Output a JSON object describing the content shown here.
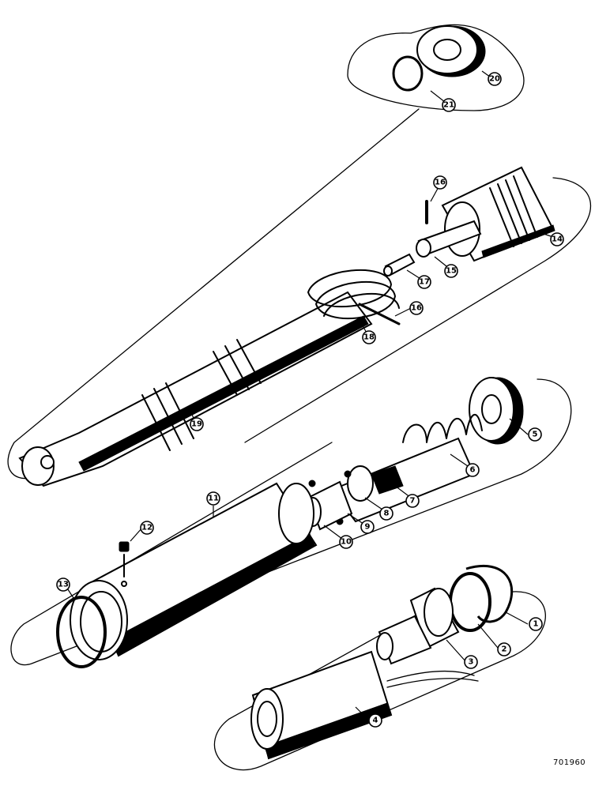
{
  "figure_number": "701960",
  "callouts": {
    "c1": "1",
    "c2": "2",
    "c3": "3",
    "c4": "4",
    "c5": "5",
    "c6": "6",
    "c7": "7",
    "c8": "8",
    "c9": "9",
    "c10": "10",
    "c11": "11",
    "c12": "12",
    "c13": "13",
    "c14": "14",
    "c15": "15",
    "c16a": "16",
    "c16b": "16",
    "c17": "17",
    "c18": "18",
    "c19": "19",
    "c20": "20",
    "c21": "21"
  }
}
